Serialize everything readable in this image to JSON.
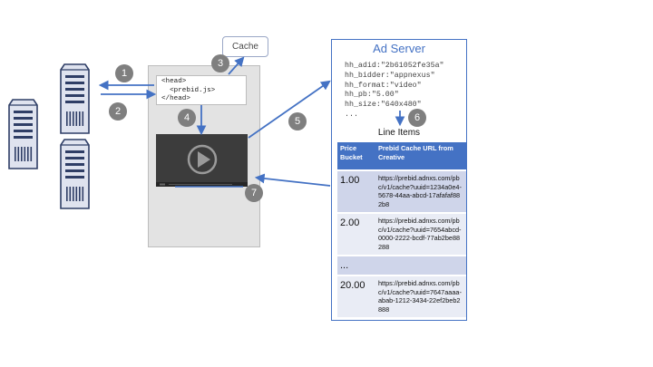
{
  "page": {
    "head_lines": [
      "<head>",
      "  <prebid.js>",
      "</head>"
    ]
  },
  "cache": {
    "label": "Cache"
  },
  "steps": [
    "1",
    "2",
    "3",
    "4",
    "5",
    "6",
    "7"
  ],
  "ad_server": {
    "title": "Ad Server",
    "targeting": [
      "hh_adid:\"2b61052fe35a\"",
      "hh_bidder:\"appnexus\"",
      "hh_format:\"video\"",
      "hh_pb:\"5.00\"",
      "hh_size:\"640x480\"",
      "..."
    ],
    "line_items_title": "Line Items",
    "table": {
      "headers": [
        "Price Bucket",
        "Prebid Cache URL from Creative"
      ],
      "rows": [
        {
          "price": "1.00",
          "url": "https://prebid.adnxs.com/pbc/v1/cache?uuid=1234a0e4-5678-44aa-abcd-17afafaf882b8"
        },
        {
          "price": "2.00",
          "url": "https://prebid.adnxs.com/pbc/v1/cache?uuid=7654abcd-0000-2222-bcdf-77ab2be88288"
        },
        {
          "price": "...",
          "url": ""
        },
        {
          "price": "20.00",
          "url": "https://prebid.adnxs.com/pbc/v1/cache?uuid=7647aaaa-abab-1212-3434-22ef2beb2888"
        }
      ]
    }
  },
  "colors": {
    "arrow": "#4472c4",
    "server_fill": "#dfe3ef",
    "server_stroke": "#2f3e66",
    "step_fill": "#7f7f7f",
    "header_blue": "#4472c4"
  }
}
